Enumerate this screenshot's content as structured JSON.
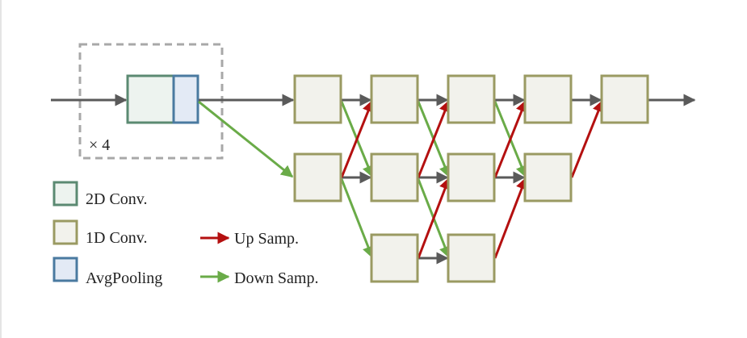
{
  "repeat_label": "× 4",
  "legend": {
    "conv2d": "2D Conv.",
    "conv1d": "1D Conv.",
    "avgpool": "AvgPooling",
    "up_samp": "Up Samp.",
    "down_samp": "Down Samp."
  },
  "colors": {
    "conv2d_stroke": "#5b8a72",
    "conv2d_fill": "#edf3ef",
    "conv1d_stroke": "#9a9a62",
    "conv1d_fill": "#f2f2ec",
    "avgpool_stroke": "#4a7aa0",
    "avgpool_fill": "#e3eaf5",
    "arrow_gray": "#5a5a5a",
    "arrow_red": "#b41010",
    "arrow_green": "#6aab48",
    "dashed_box": "#a8a8a8"
  }
}
